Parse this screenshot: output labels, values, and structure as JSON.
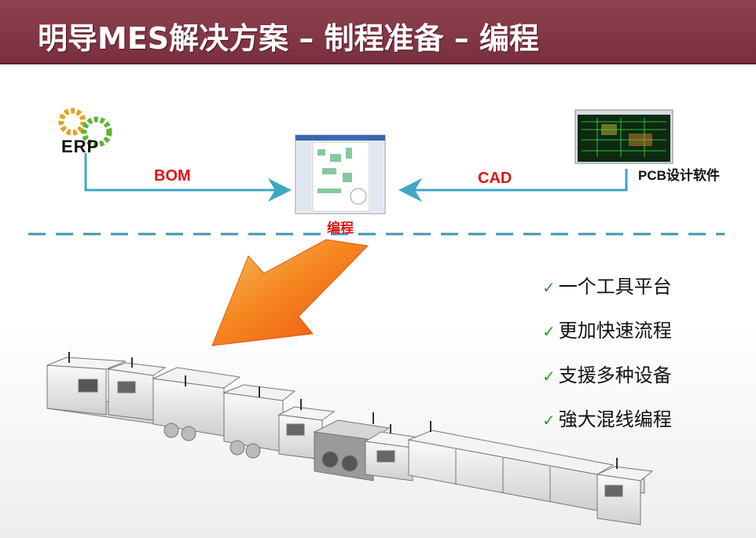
{
  "title": "明导MES解决方案 – 制程准备 – 编程",
  "sources": {
    "erp_logo_text": "ERP",
    "pcb_label": "PCB设计软件"
  },
  "center": {
    "label": "编程"
  },
  "flows": {
    "bom": "BOM",
    "cad": "CAD"
  },
  "features": [
    {
      "check": "✓",
      "text": "一个工具平台"
    },
    {
      "check": "✓",
      "text": "更加快速流程"
    },
    {
      "check": "✓",
      "text": "支援多种设备"
    },
    {
      "check": "✓",
      "text": "強大混线编程"
    }
  ],
  "colors": {
    "title_bg": "#7f3443",
    "arrow_line": "#3fa7c4",
    "label_red": "#e01414",
    "big_arrow": "#f5721c",
    "check": "#2e9e2e"
  }
}
